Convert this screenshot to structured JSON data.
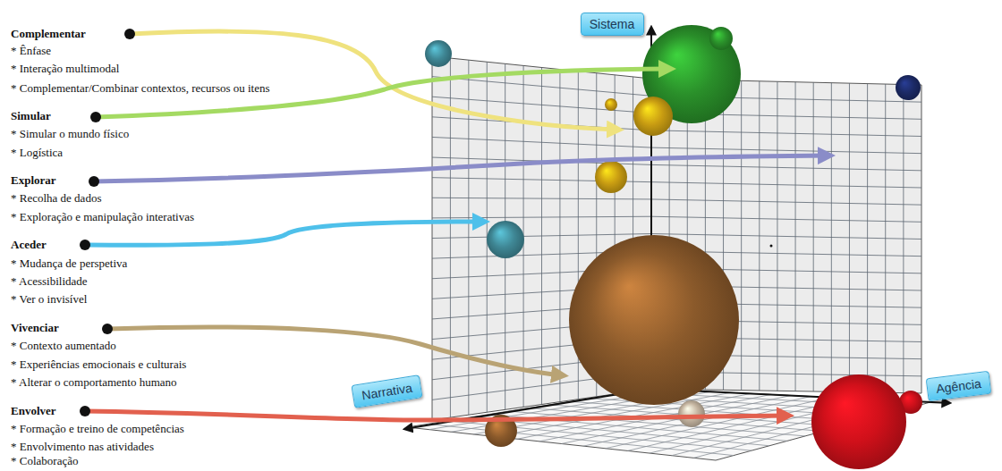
{
  "diagram": {
    "nodes": [
      {
        "text": [
          "Sistema"
        ]
      },
      {
        "text": [
          "Narrativa"
        ]
      },
      {
        "text": [
          "Agência"
        ]
      }
    ],
    "labels": [
      "Complementar",
      "* Ênfase",
      "* Interação multimodal",
      "* Complementar/Combinar contextos, recursos ou itens",
      "Simular",
      "* Simular o mundo físico",
      "* Logística",
      "Explorar",
      "* Recolha de dados",
      "* Exploração e manipulação interativas",
      "Aceder",
      "* Mudança de perspetiva",
      "* Acessibilidade",
      "* Ver o invisível",
      "Vivenciar",
      "* Contexto aumentado",
      "* Experiências emocionais e culturais",
      "* Alterar o comportamento humano",
      "Envolver",
      "* Formação e treino de competências",
      "* Envolvimento nas atividades",
      "* Colaboração"
    ]
  }
}
